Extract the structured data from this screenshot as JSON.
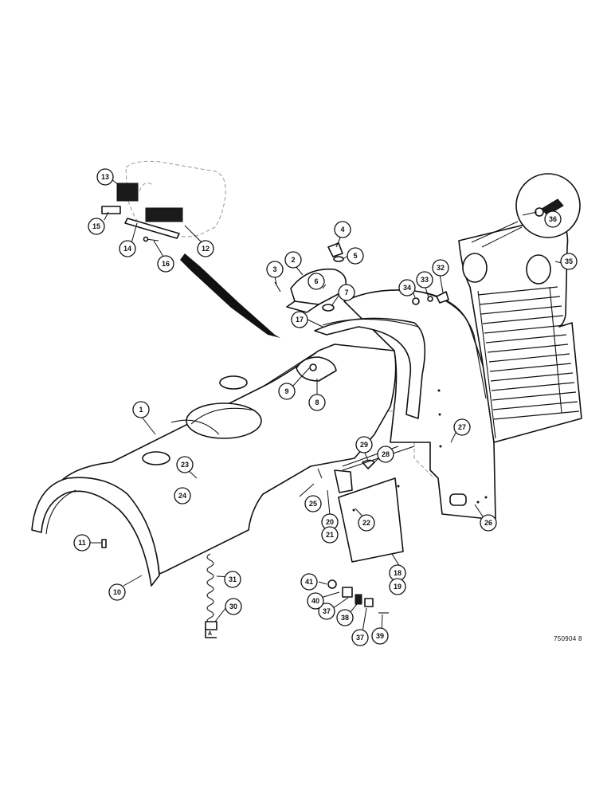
{
  "drawing_number": "750904 8",
  "callouts": [
    "1",
    "2",
    "3",
    "4",
    "5",
    "6",
    "7",
    "8",
    "9",
    "10",
    "11",
    "12",
    "13",
    "14",
    "15",
    "16",
    "17",
    "18",
    "19",
    "20",
    "21",
    "22",
    "23",
    "24",
    "25",
    "26",
    "27",
    "28",
    "29",
    "30",
    "31",
    "32",
    "33",
    "34",
    "35",
    "36",
    "37",
    "37",
    "38",
    "39",
    "40",
    "41"
  ]
}
